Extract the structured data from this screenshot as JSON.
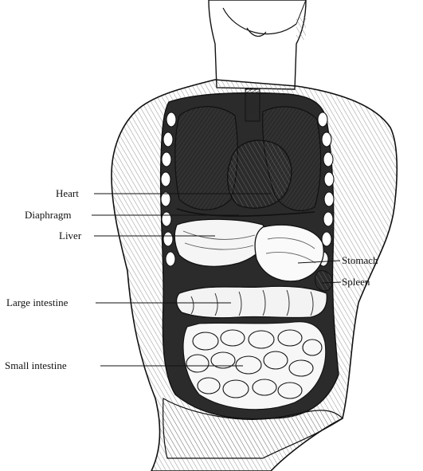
{
  "figure": {
    "labels": {
      "heart": "Heart",
      "diaphragm": "Diaphragm",
      "liver": "Liver",
      "large_intestine": "Large intestine",
      "small_intestine": "Small intestine",
      "stomach": "Stomach",
      "spleen": "Spleen"
    }
  },
  "colors": {
    "ink": "#111111",
    "paper": "#ffffff",
    "shade": "#9a9a9a",
    "dark": "#3a3a3a"
  }
}
